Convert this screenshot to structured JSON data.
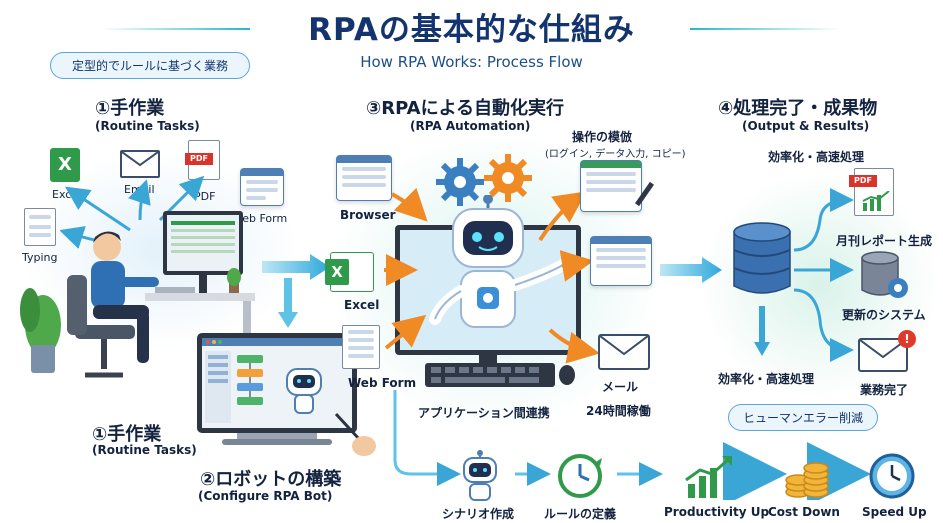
{
  "header": {
    "title": "RPAの基本的な仕組み",
    "subtitle": "How RPA Works: Process Flow",
    "pill": "定型的でルールに基づく業務"
  },
  "step1": {
    "title_jp": "①手作業",
    "title_en": "(Routine Tasks)",
    "icons": {
      "excel": "Excel",
      "email": "Email",
      "pdf": "PDF",
      "webform": "Web Form",
      "typing": "Typing"
    },
    "bottom_title_jp": "①手作業",
    "bottom_title_en": "(Routine Tasks)"
  },
  "step2": {
    "title_jp": "②ロボットの構築",
    "title_en": "(Configure RPA Bot)"
  },
  "step3": {
    "title_jp": "③RPAによる自動化実行",
    "title_en": "(RPA Automation)",
    "mimic_title": "操作の模倣",
    "mimic_sub": "(ログイン, データ入力, コピー)",
    "browser": "Browser",
    "excel": "Excel",
    "webform": "Web Form",
    "app_link": "アプリケーション間連携",
    "mail": "メール",
    "hours": "24時間稼働"
  },
  "step4": {
    "title_jp": "④処理完了・成果物",
    "title_en": "(Output & Results)",
    "efficiency_top": "効率化・高速処理",
    "report": "月刊レポート生成",
    "system": "更新のシステム",
    "efficiency_bottom": "効率化・高速処理",
    "done": "業務完了",
    "pdf": "PDF"
  },
  "bottom_flow": {
    "scenario": "シナリオ作成",
    "rules": "ルールの定義",
    "human_error": "ヒューマンエラー削減",
    "productivity": "Productivity Up",
    "cost": "Cost Down",
    "speed": "Speed Up"
  },
  "colors": {
    "navy": "#13346e",
    "accent": "#3aa6d6",
    "orange": "#f08a24",
    "green": "#2f9a4a",
    "teal": "#27b7c5"
  }
}
